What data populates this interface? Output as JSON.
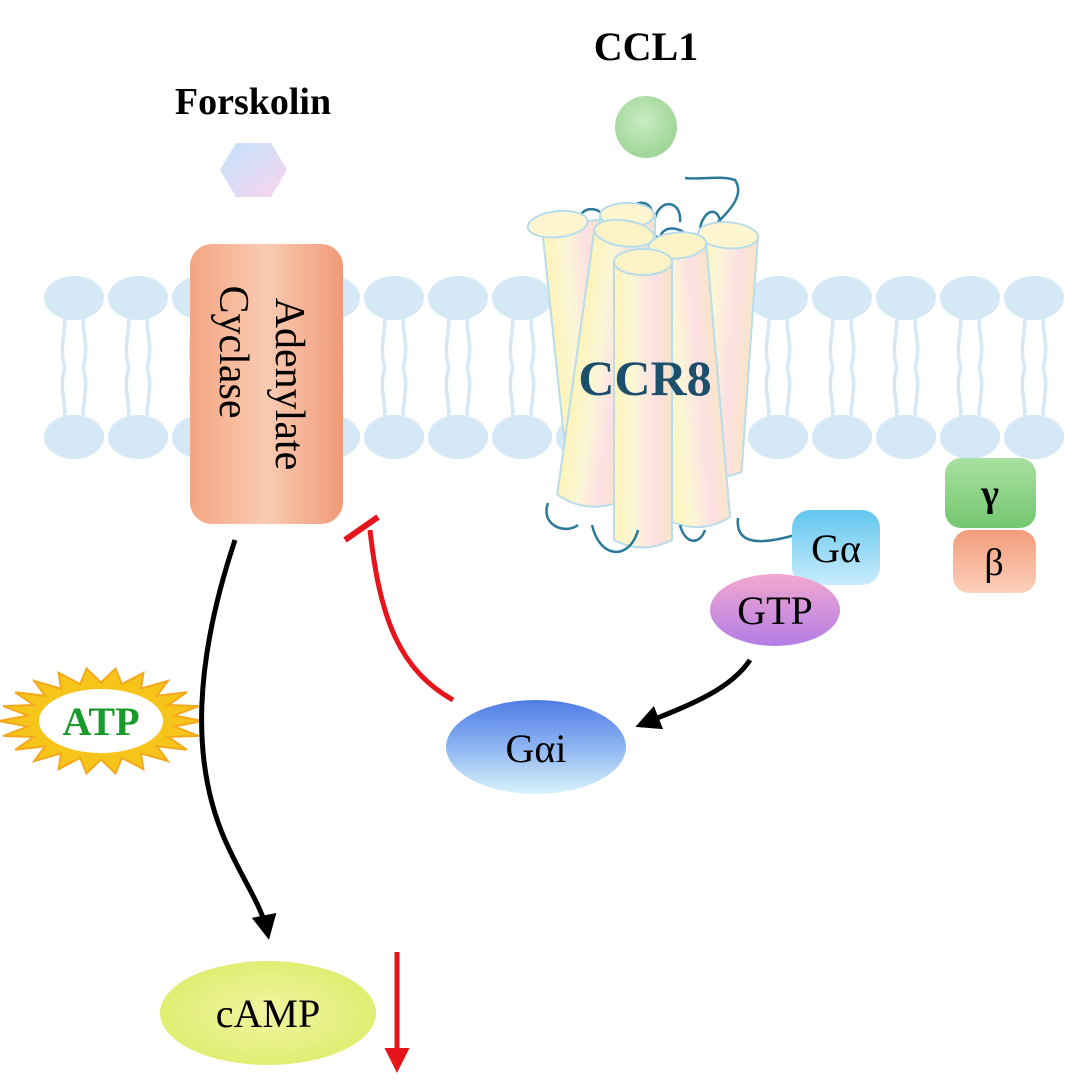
{
  "labels": {
    "forskolin": "Forskolin",
    "ccl1": "CCL1",
    "adenylate_line1": "Adenylate",
    "adenylate_line2": "Cyclase",
    "ccr8": "CCR8",
    "g_alpha": "Gα",
    "gtp": "GTP",
    "gamma": "γ",
    "beta": "β",
    "atp": "ATP",
    "g_alpha_i": "Gαi",
    "camp": "cAMP"
  },
  "colors": {
    "membrane": "#d4e8f5",
    "adenylate_cyclase": "#f2a27e",
    "ccl1": "#a8dba1",
    "ccr8_text": "#1b4f6b",
    "g_alpha": "#6cc9ee",
    "gtp": "#c98ad9",
    "gamma": "#8fd38b",
    "beta": "#f4a98a",
    "atp_star": "#f7c41a",
    "atp_text": "#199a2a",
    "g_alpha_i": "#5b86ea",
    "camp": "#e6f07a",
    "activation_arrow": "#000000",
    "inhibition_arrow": "#e8141c"
  }
}
